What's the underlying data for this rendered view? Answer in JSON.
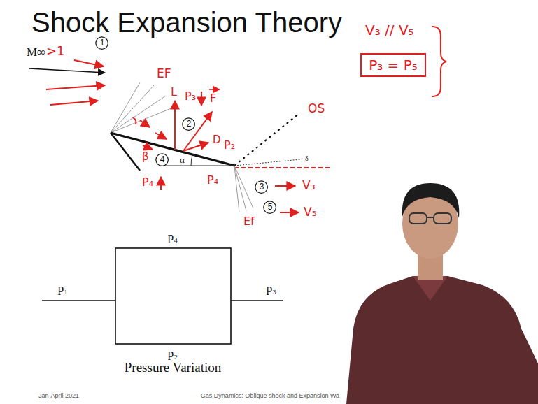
{
  "diagram": {
    "title": "Shock Expansion Theory",
    "nodes": [
      {
        "text": [
          "1"
        ]
      },
      {
        "text": [
          "2"
        ]
      },
      {
        "text": [
          "3"
        ]
      },
      {
        "text": [
          "4"
        ]
      },
      {
        "text": [
          "5"
        ]
      },
      {
        "text": [
          "P₃ = P₅"
        ]
      }
    ],
    "labels": [
      "M∞",
      ">1",
      "EF",
      "L",
      "P₃",
      "F",
      "D",
      "β",
      "P₄",
      "α",
      "P₂",
      "P₄",
      "OS",
      "V₃",
      "V₅",
      "Ef",
      "δ",
      "V₃ // V₅",
      "p₄",
      "p₁",
      "p₃",
      "p₂",
      "Pressure Variation",
      "Jan-April 2021",
      "Gas Dynamics: Oblique shock and Expansion Wa"
    ]
  }
}
